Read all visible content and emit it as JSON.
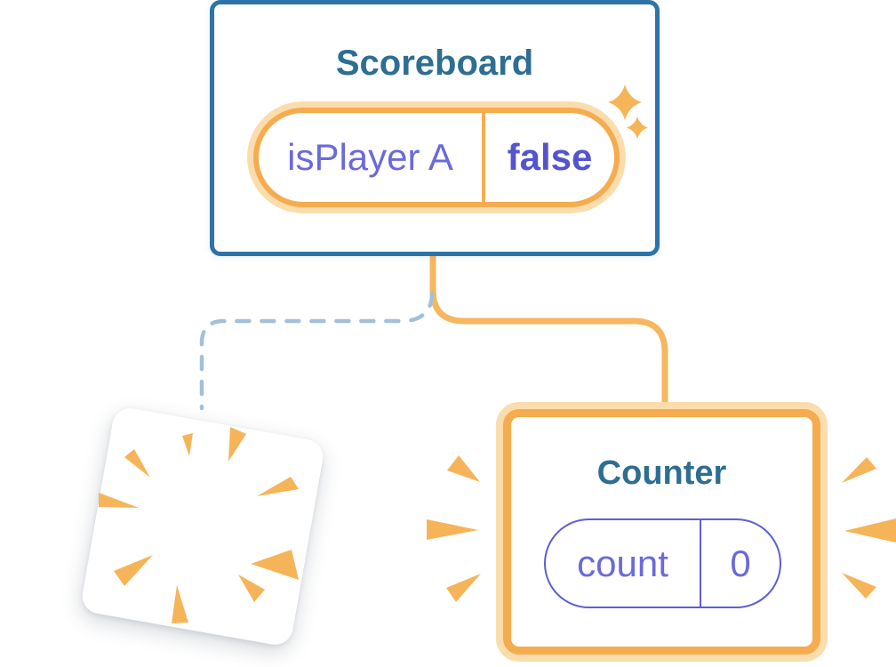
{
  "diagram": {
    "nodes": {
      "scoreboard": {
        "title": "Scoreboard",
        "state_pill": {
          "label": "isPlayer A",
          "value": "false"
        },
        "highlighted": true
      },
      "counter": {
        "title": "Counter",
        "state_pill": {
          "label": "count",
          "value": "0"
        },
        "highlighted": true
      },
      "removed": {
        "title": "",
        "description": "removed-component-card-exploding"
      }
    },
    "edges": [
      {
        "from": "scoreboard",
        "to": "counter",
        "style": "solid"
      },
      {
        "from": "scoreboard",
        "to": "removed",
        "style": "dashed"
      }
    ]
  },
  "icons": {
    "sparkle_large": "sparkle-icon",
    "sparkle_small": "sparkle-icon",
    "burst_left": "burst-marks-icon",
    "burst_right": "burst-marks-icon",
    "explosion": "explosion-burst-icon"
  },
  "colors": {
    "card_border_blue": "#2E73A7",
    "title_teal": "#2D6E92",
    "highlight_orange": "#F5AC4E",
    "highlight_halo": "#FBDDAD",
    "connector_orange": "#F6B75F",
    "burst_orange": "#F6B459",
    "purple_text": "#6A6ADB",
    "purple_bold": "#5454CE",
    "pill_border_purple": "#5E5ED7",
    "dashed_blue": "#A3C0D8",
    "background": "#FFFFFF"
  }
}
